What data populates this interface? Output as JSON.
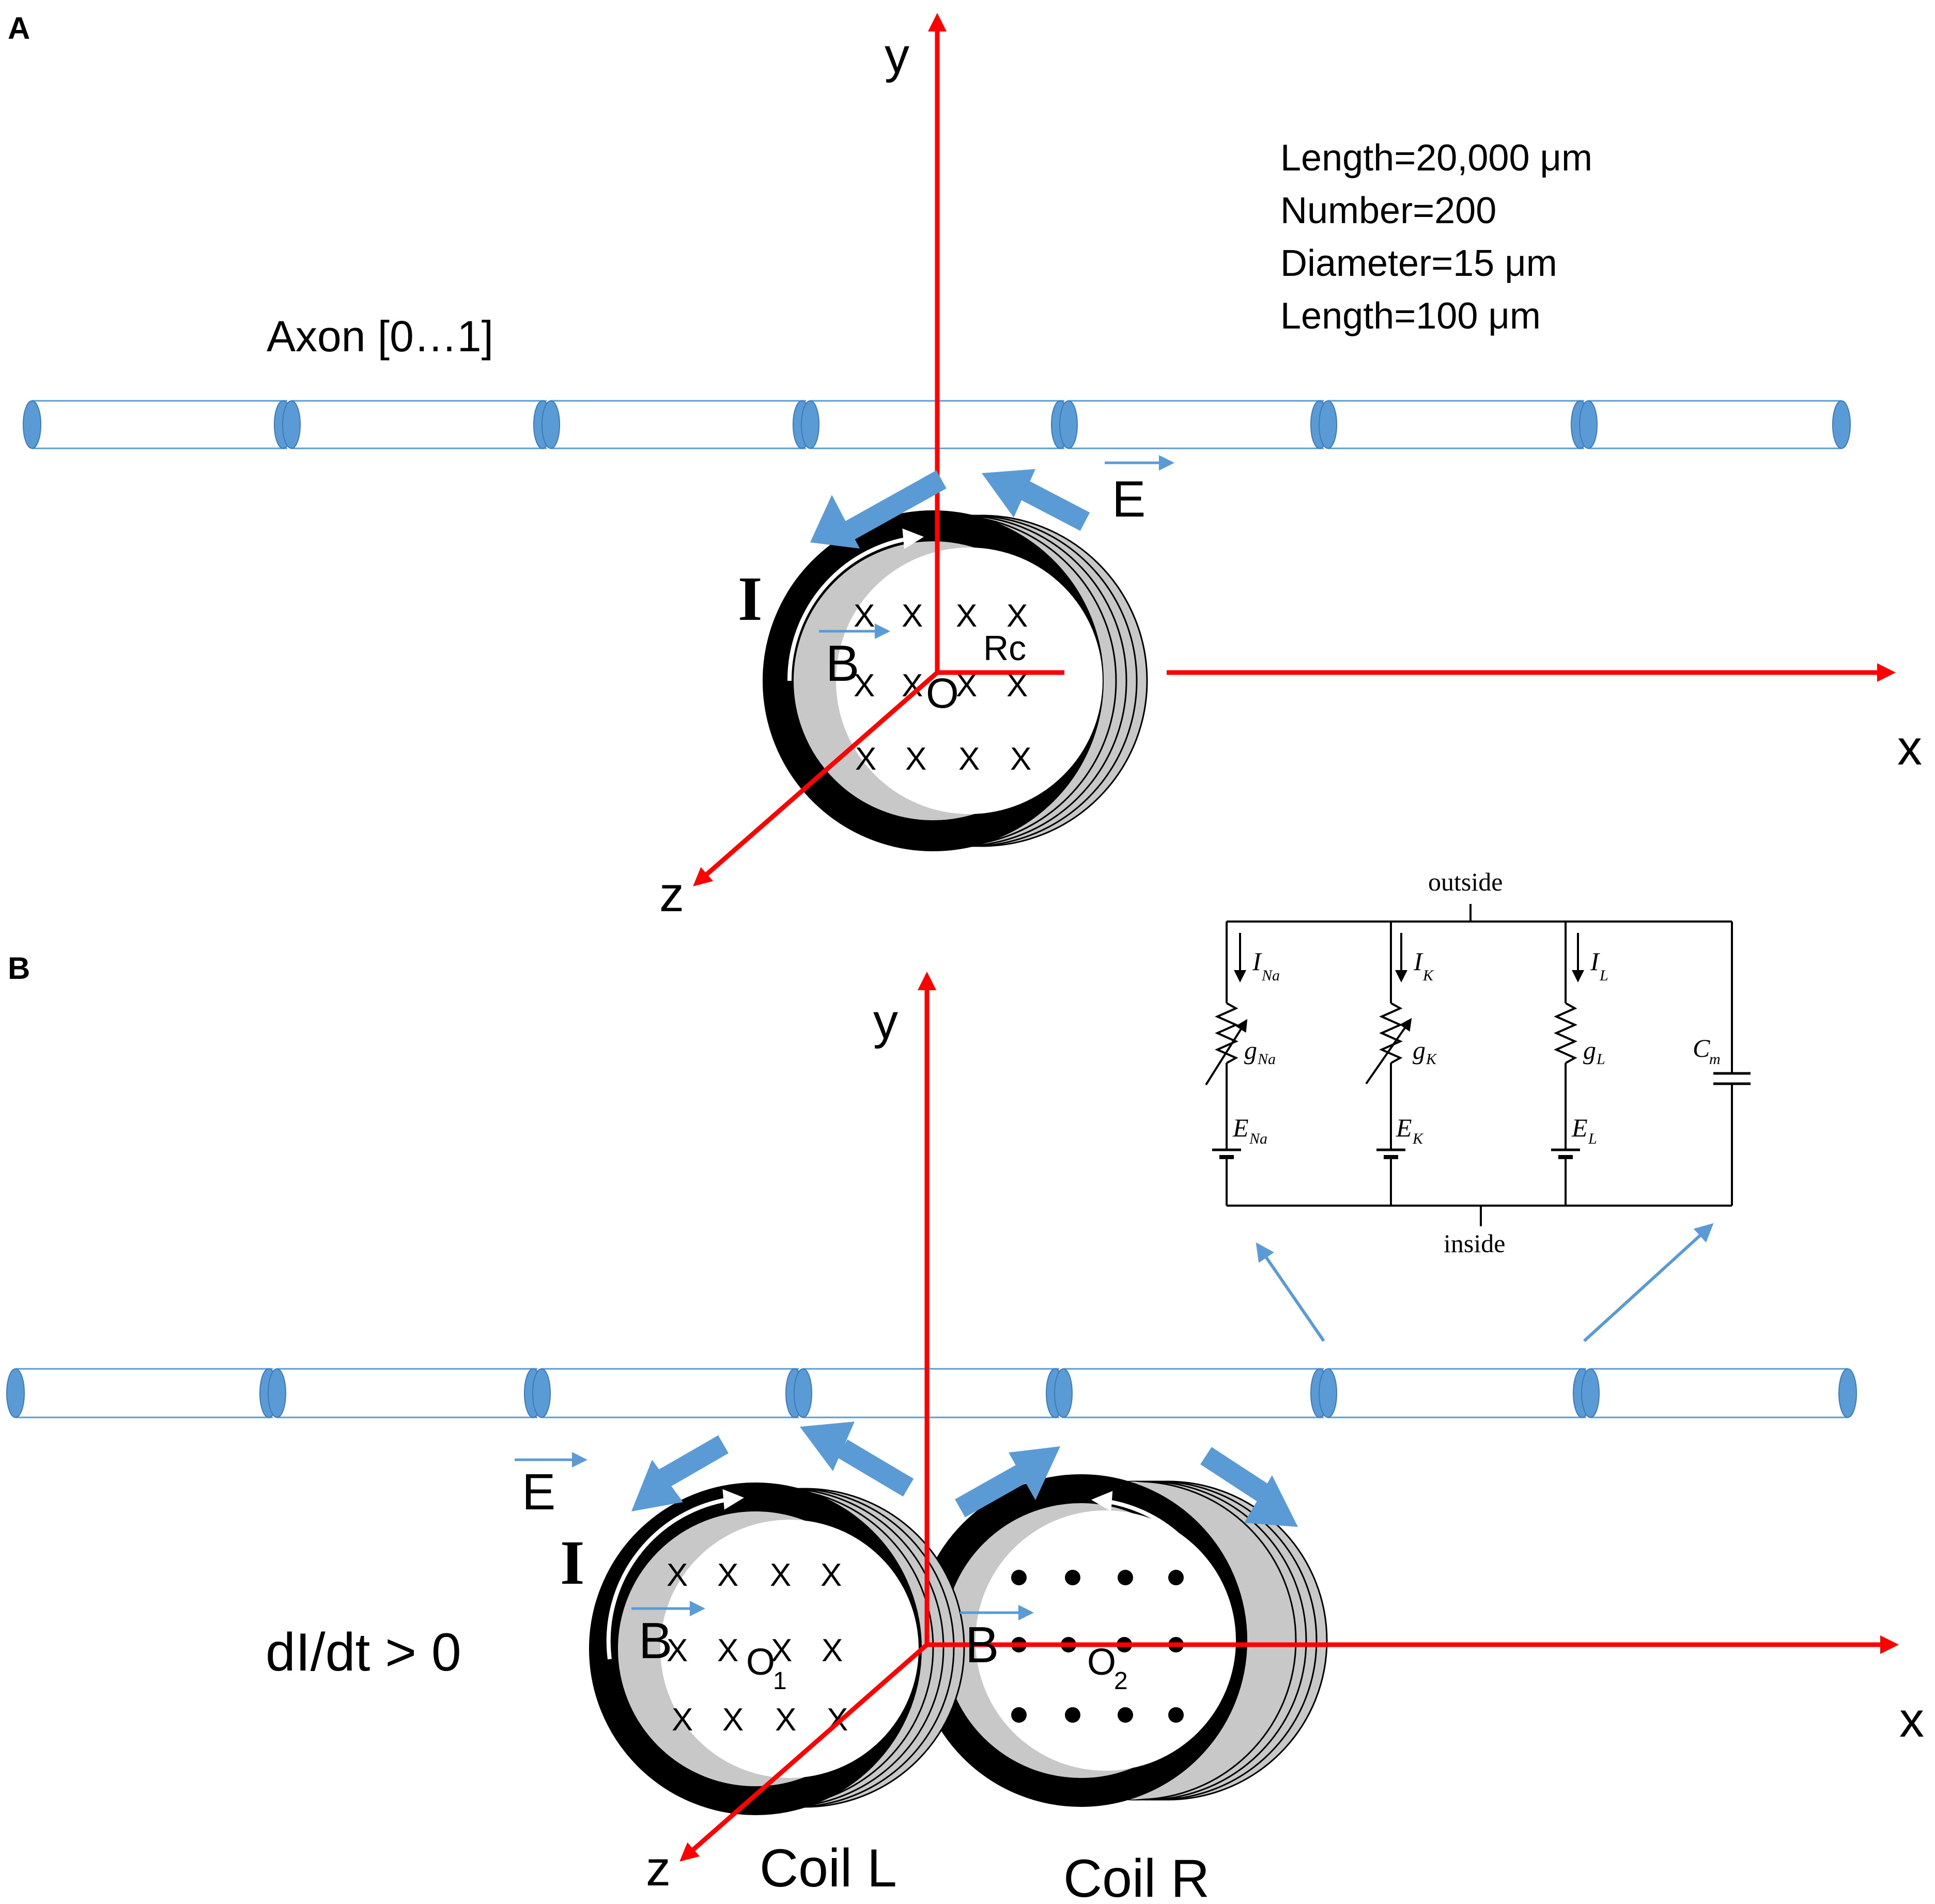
{
  "panels": {
    "a": {
      "letter": "A",
      "axis_labels": {
        "y": "y",
        "x": "x",
        "z": "z"
      },
      "axon_label": "Axon [0…1]",
      "params": [
        "Length=20,000 μm",
        "Number=200",
        "Diameter=15 μm",
        "Length=100 μm"
      ],
      "current_label": "I",
      "field_label_e": "E",
      "field_label_b": "B",
      "origin_label": "O",
      "radius_label": "Rc",
      "field_symbol": "X"
    },
    "b": {
      "letter": "B",
      "axis_labels": {
        "y": "y",
        "x": "x",
        "z": "z"
      },
      "current_label": "I",
      "field_label_e": "E",
      "field_label_b_left": "B",
      "field_label_b_right": "B",
      "origin_left": {
        "main": "O",
        "sub": "1"
      },
      "origin_right": {
        "main": "O",
        "sub": "2"
      },
      "didt_label": "dI/dt > 0",
      "coil_left_label": "Coil L",
      "coil_right_label": "Coil R",
      "field_symbol": "X",
      "circuit": {
        "outside": "outside",
        "inside": "inside",
        "branches": [
          {
            "current": "I",
            "current_sub": "Na",
            "conductance": "g",
            "conductance_sub": "Na",
            "emf": "E",
            "emf_sub": "Na"
          },
          {
            "current": "I",
            "current_sub": "K",
            "conductance": "g",
            "conductance_sub": "K",
            "emf": "E",
            "emf_sub": "K"
          },
          {
            "current": "I",
            "current_sub": "L",
            "conductance": "g",
            "conductance_sub": "L",
            "emf": "E",
            "emf_sub": "L"
          }
        ],
        "capacitor": "C",
        "capacitor_sub": "m"
      }
    }
  },
  "colors": {
    "axis": "#ff0000",
    "axon_stroke": "#5b9bd5",
    "node_fill": "#5b9bd5",
    "field_arrow": "#5b9bd5",
    "coil": "#000000",
    "coil_shadow": "#c8c8c8"
  }
}
